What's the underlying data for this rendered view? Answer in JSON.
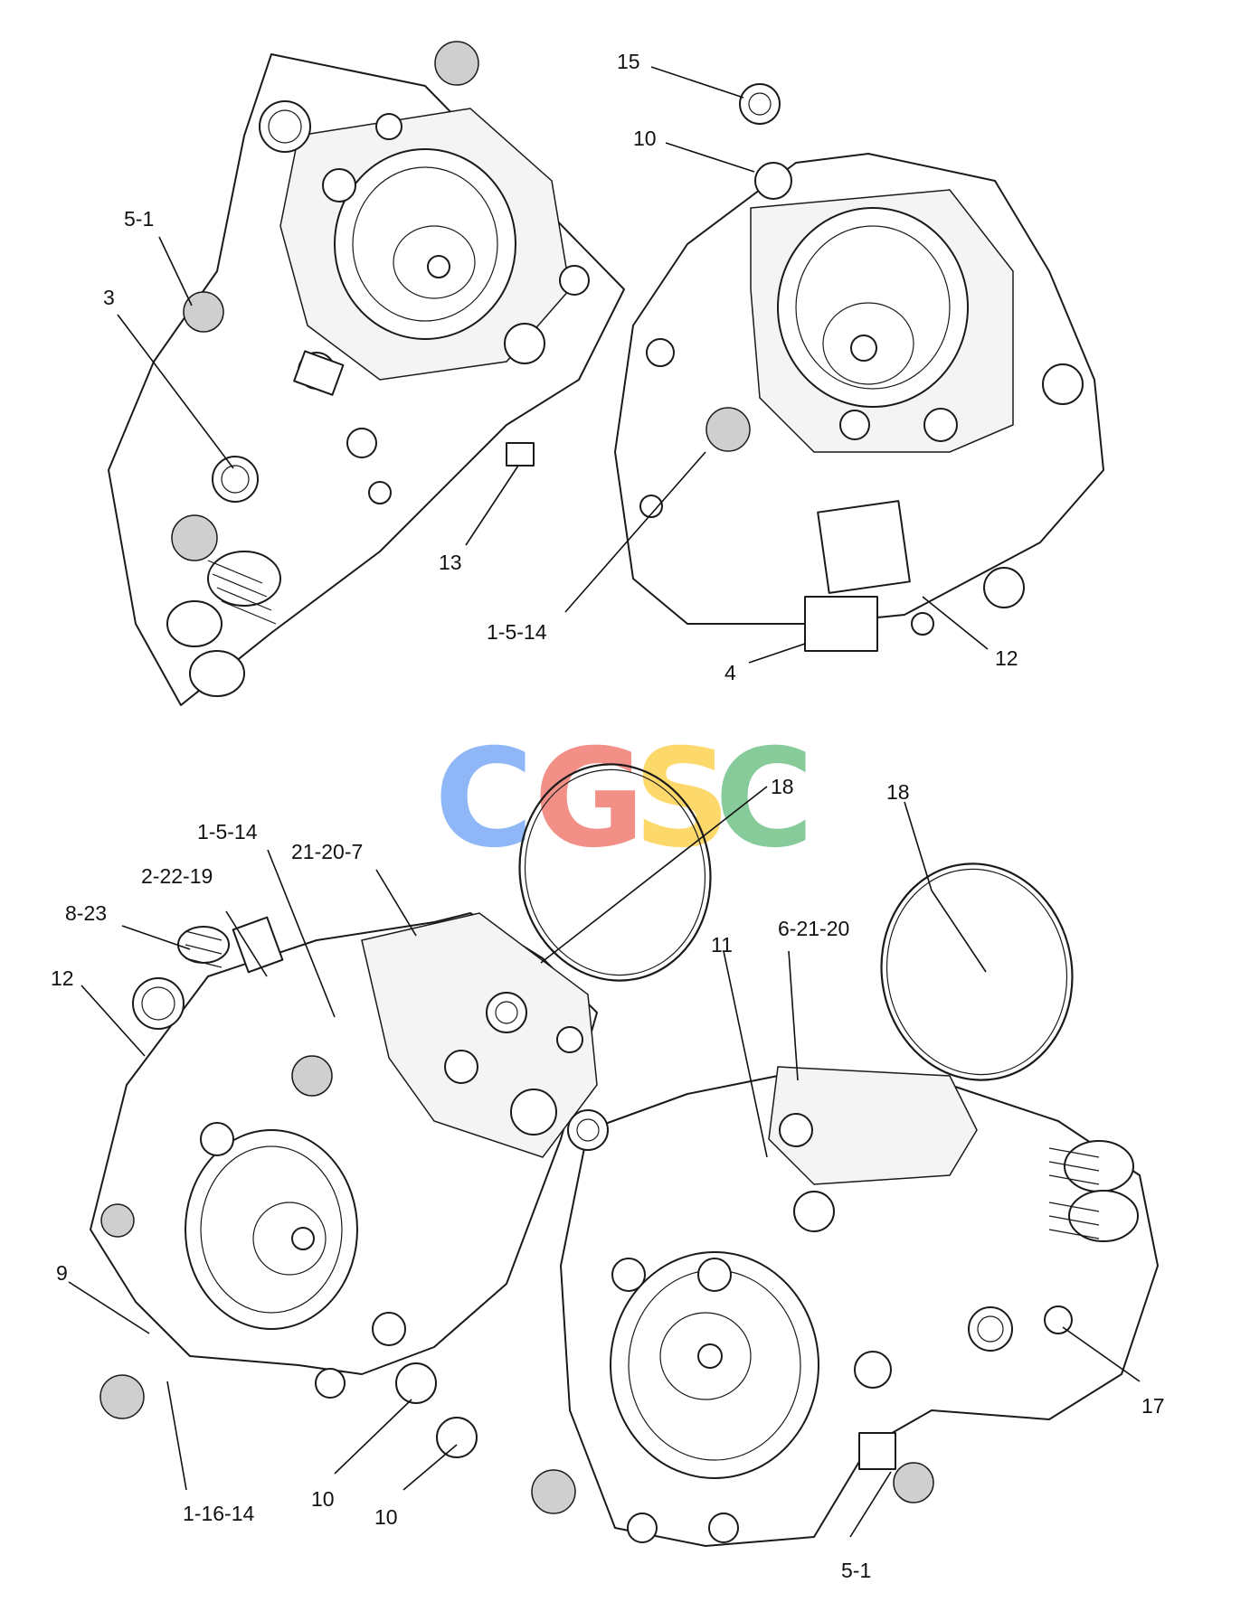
{
  "watermark": {
    "letters": [
      "C",
      "G",
      "S",
      "C"
    ],
    "colors": [
      "#8ab4f8",
      "#f28b82",
      "#fdd663",
      "#81c995"
    ]
  },
  "callouts": [
    {
      "id": "c1",
      "text": "15"
    },
    {
      "id": "c2",
      "text": "10"
    },
    {
      "id": "c3",
      "text": "5-1"
    },
    {
      "id": "c4",
      "text": "3"
    },
    {
      "id": "c5",
      "text": "13"
    },
    {
      "id": "c6",
      "text": "1-5-14"
    },
    {
      "id": "c7",
      "text": "12"
    },
    {
      "id": "c8",
      "text": "4"
    },
    {
      "id": "c9",
      "text": "18"
    },
    {
      "id": "c10",
      "text": "18"
    },
    {
      "id": "c11",
      "text": "1-5-14"
    },
    {
      "id": "c12",
      "text": "21-20-7"
    },
    {
      "id": "c13",
      "text": "2-22-19"
    },
    {
      "id": "c14",
      "text": "8-23"
    },
    {
      "id": "c15",
      "text": "12"
    },
    {
      "id": "c16",
      "text": "11"
    },
    {
      "id": "c17",
      "text": "6-21-20"
    },
    {
      "id": "c18",
      "text": "9"
    },
    {
      "id": "c19",
      "text": "17"
    },
    {
      "id": "c20",
      "text": "1-16-14"
    },
    {
      "id": "c21",
      "text": "10"
    },
    {
      "id": "c22",
      "text": "10"
    },
    {
      "id": "c23",
      "text": "5-1"
    }
  ]
}
